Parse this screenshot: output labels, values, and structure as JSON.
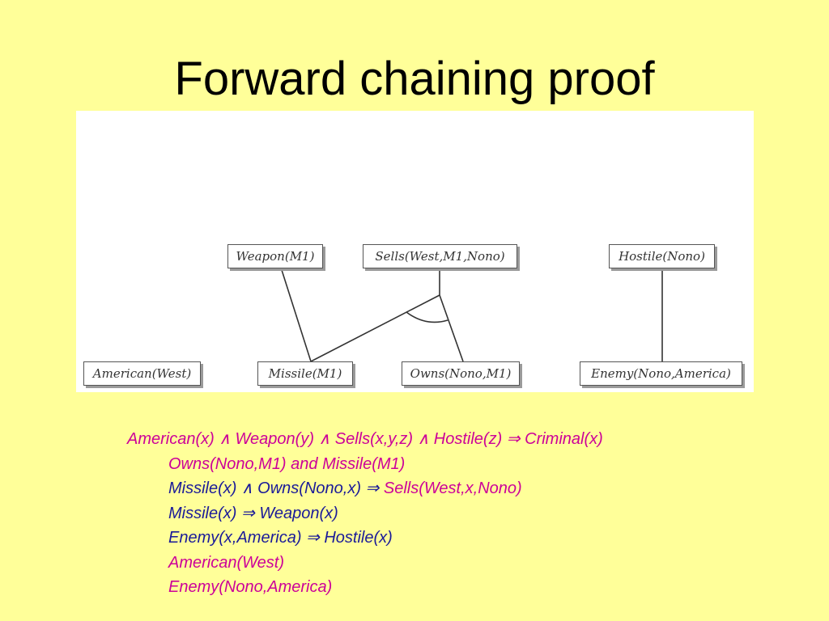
{
  "slide": {
    "title": "Forward chaining proof"
  },
  "colors": {
    "background": "#ffff99",
    "new_fact": "#cc0099",
    "rule": "#1a1a99"
  },
  "diagram": {
    "nodes": {
      "weapon": "Weapon(M1)",
      "sells": "Sells(West,M1,Nono)",
      "hostile": "Hostile(Nono)",
      "american": "American(West)",
      "missile": "Missile(M1)",
      "owns": "Owns(Nono,M1)",
      "enemy": "Enemy(Nono,America)"
    }
  },
  "kb": {
    "r1": {
      "pre": "American(x) ∧ Weapon(y) ∧ Sells(x,y,z) ∧ Hostile(z) ⇒ ",
      "post": "Criminal(x)"
    },
    "r2": "Owns(Nono,M1) and Missile(M1)",
    "r3": {
      "pre": "Missile(x) ∧ Owns(Nono,x) ⇒ ",
      "post": "Sells(West,x,Nono)"
    },
    "r4": {
      "pre": "Missile(x) ⇒ ",
      "post": "Weapon(x)"
    },
    "r5": {
      "pre": "Enemy(x,America) ⇒ ",
      "post": "Hostile(x)"
    },
    "r6": "American(West)",
    "r7": "Enemy(Nono,America)"
  }
}
